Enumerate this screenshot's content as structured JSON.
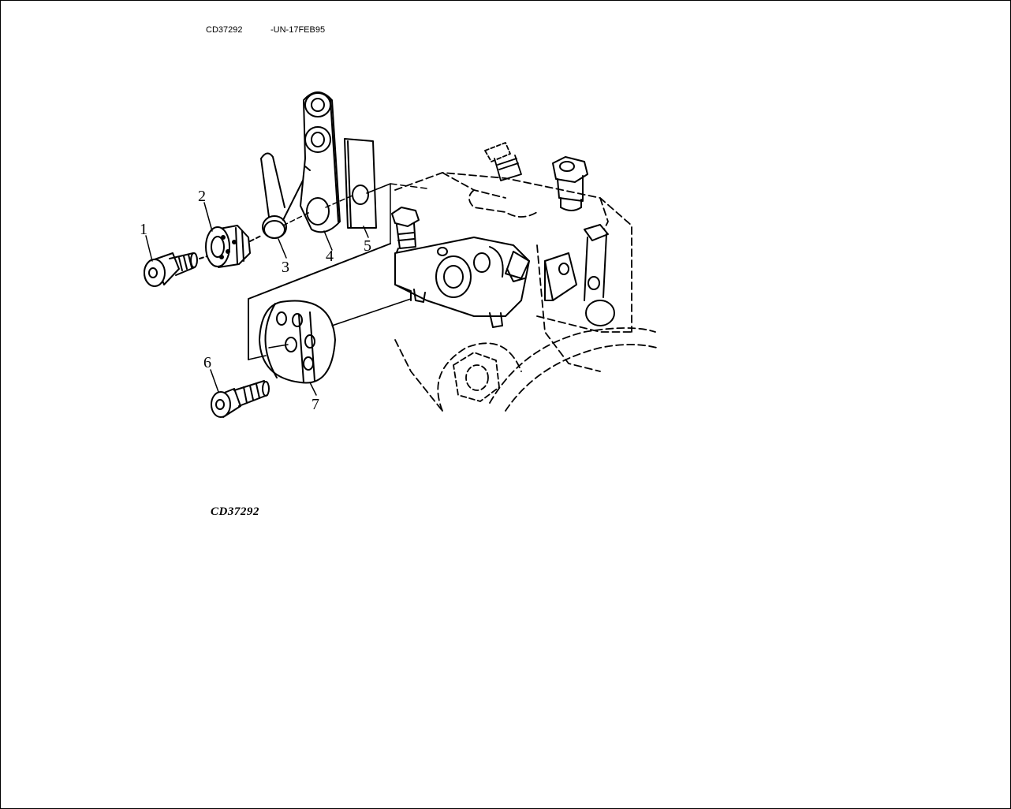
{
  "header": {
    "figure_id": "CD37292",
    "date_code": "-UN-17FEB95"
  },
  "caption": "CD37292",
  "callouts": [
    "1",
    "2",
    "3",
    "4",
    "5",
    "6",
    "7"
  ]
}
